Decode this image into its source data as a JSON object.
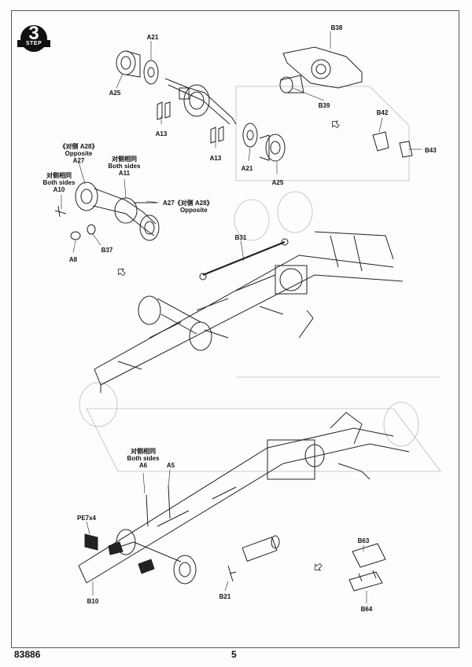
{
  "step": {
    "number": "3",
    "word": "STEP"
  },
  "footer": {
    "code": "83886",
    "page_number": "5"
  },
  "parts": {
    "b38": "B38",
    "b39": "B39",
    "a21_top": "A21",
    "a25_top": "A25",
    "a13_left": "A13",
    "a13_right": "A13",
    "a21_lower": "A21",
    "a25_lower": "A25",
    "b42": "B42",
    "b43": "B43",
    "a28_opp_cn": "《对侧 A28》",
    "opposite_1": "Opposite",
    "a27_top": "A27",
    "both_cn_1": "对侧相同",
    "both_en_1": "Both sides",
    "a11": "A11",
    "both_cn_2": "对侧相同",
    "both_en_2": "Both sides",
    "a10": "A10",
    "a27_side": "A27《对侧 A28》",
    "opposite_2": "Opposite",
    "a8": "A8",
    "b37": "B37",
    "b31": "B31",
    "both_cn_3": "对侧相同",
    "both_en_3": "Both sides",
    "a6": "A6",
    "a5": "A5",
    "pe7x4": "PE7x4",
    "b10": "B10",
    "b21": "B21",
    "b63": "B63",
    "b64": "B64"
  }
}
